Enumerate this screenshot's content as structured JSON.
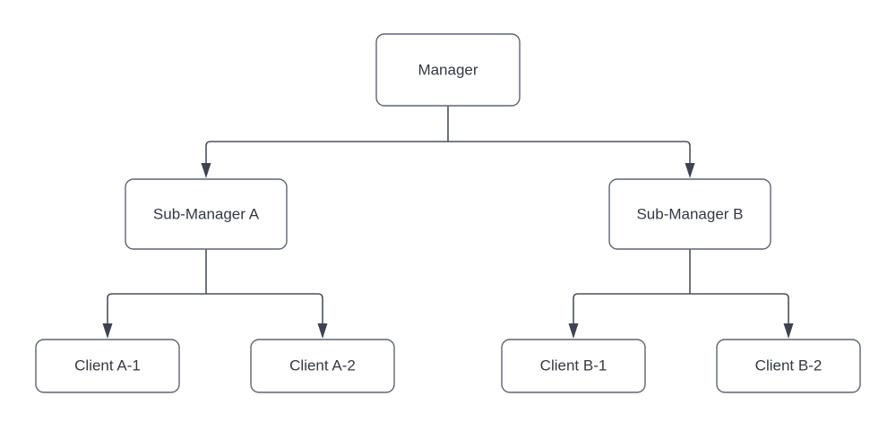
{
  "diagram": {
    "type": "org-hierarchy-tree",
    "background_color": "#ffffff",
    "node_fill": "#ffffff",
    "node_stroke": "#5c6475",
    "edge_color": "#4a5160",
    "text_color": "#333844",
    "levels": [
      {
        "name": "root",
        "nodes": [
          {
            "id": "manager",
            "label": "Manager"
          }
        ]
      },
      {
        "name": "sub-managers",
        "nodes": [
          {
            "id": "sub-manager-a",
            "label": "Sub-Manager A"
          },
          {
            "id": "sub-manager-b",
            "label": "Sub-Manager B"
          }
        ]
      },
      {
        "name": "clients",
        "nodes": [
          {
            "id": "client-a-1",
            "label": "Client A-1"
          },
          {
            "id": "client-a-2",
            "label": "Client A-2"
          },
          {
            "id": "client-b-1",
            "label": "Client B-1"
          },
          {
            "id": "client-b-2",
            "label": "Client B-2"
          }
        ]
      }
    ],
    "edges": [
      {
        "from": "manager",
        "to": "sub-manager-a"
      },
      {
        "from": "manager",
        "to": "sub-manager-b"
      },
      {
        "from": "sub-manager-a",
        "to": "client-a-1"
      },
      {
        "from": "sub-manager-a",
        "to": "client-a-2"
      },
      {
        "from": "sub-manager-b",
        "to": "client-b-1"
      },
      {
        "from": "sub-manager-b",
        "to": "client-b-2"
      }
    ]
  }
}
